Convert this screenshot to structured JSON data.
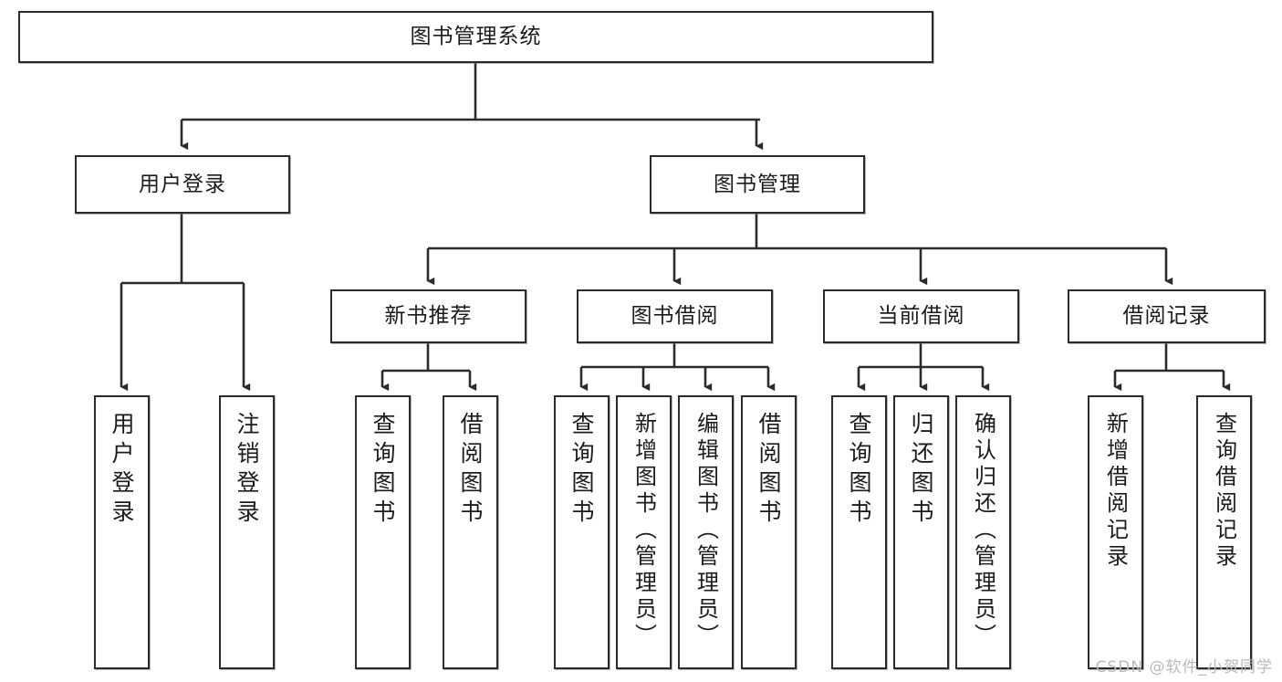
{
  "diagram": {
    "type": "tree-hierarchy-chart",
    "title": "图书管理系统",
    "watermark": "CSDN @软件_小贺同学",
    "colors": {
      "box_border": "#2b2b2b",
      "box_fill": "#ffffff",
      "connector": "#2b2b2b",
      "text": "#1b1b1b",
      "watermark": "#b9b9b9",
      "background": "#ffffff"
    },
    "root": {
      "label": "图书管理系统"
    },
    "level2": [
      {
        "label": "用户登录"
      },
      {
        "label": "图书管理"
      }
    ],
    "level3": [
      {
        "label": "新书推荐"
      },
      {
        "label": "图书借阅"
      },
      {
        "label": "当前借阅"
      },
      {
        "label": "借阅记录"
      }
    ],
    "leaves": {
      "user_login": [
        {
          "label": "用户登录"
        },
        {
          "label": "注销登录"
        }
      ],
      "new_book_recommend": [
        {
          "label": "查询图书"
        },
        {
          "label": "借阅图书"
        }
      ],
      "book_borrow": [
        {
          "label": "查询图书"
        },
        {
          "label": "新增图书（管理员）"
        },
        {
          "label": "编辑图书（管理员）"
        },
        {
          "label": "借阅图书"
        }
      ],
      "current_borrow": [
        {
          "label": "查询图书"
        },
        {
          "label": "归还图书"
        },
        {
          "label": "确认归还（管理员）"
        }
      ],
      "borrow_record": [
        {
          "label": "新增借阅记录"
        },
        {
          "label": "查询借阅记录"
        }
      ]
    }
  }
}
